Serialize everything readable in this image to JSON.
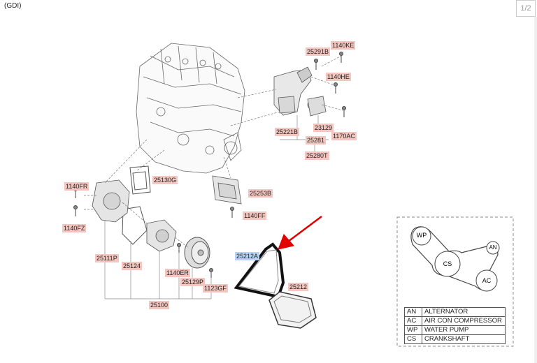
{
  "header": {
    "variant": "(GDI)",
    "page": "1/2"
  },
  "parts": {
    "p1140KE": "1140KE",
    "p25291B": "25291B",
    "p1140HE": "1140HE",
    "p23129": "23129",
    "p25221B": "25221B",
    "p1170AC": "1170AC",
    "p25281": "25281",
    "p25280T": "25280T",
    "p25130G": "25130G",
    "p1140FR": "1140FR",
    "p25253B": "25253B",
    "p1140FF": "1140FF",
    "p1140FZ": "1140FZ",
    "p25212A": "25212A",
    "p25111P": "25111P",
    "p25124": "25124",
    "p1140ER": "1140ER",
    "p25129P": "25129P",
    "p1123GF": "1123GF",
    "p25212": "25212",
    "p25100": "25100"
  },
  "pulleys": {
    "wp": "WP",
    "an": "AN",
    "cs": "CS",
    "ac": "AC"
  },
  "legend": [
    {
      "code": "AN",
      "desc": "ALTERNATOR"
    },
    {
      "code": "AC",
      "desc": "AIR CON COMPRESSOR"
    },
    {
      "code": "WP",
      "desc": "WATER PUMP"
    },
    {
      "code": "CS",
      "desc": "CRANKSHAFT"
    }
  ],
  "colors": {
    "label_bg": "#f4c6c0",
    "selected_bg": "#b9d3f0",
    "arrow": "#e00000"
  }
}
